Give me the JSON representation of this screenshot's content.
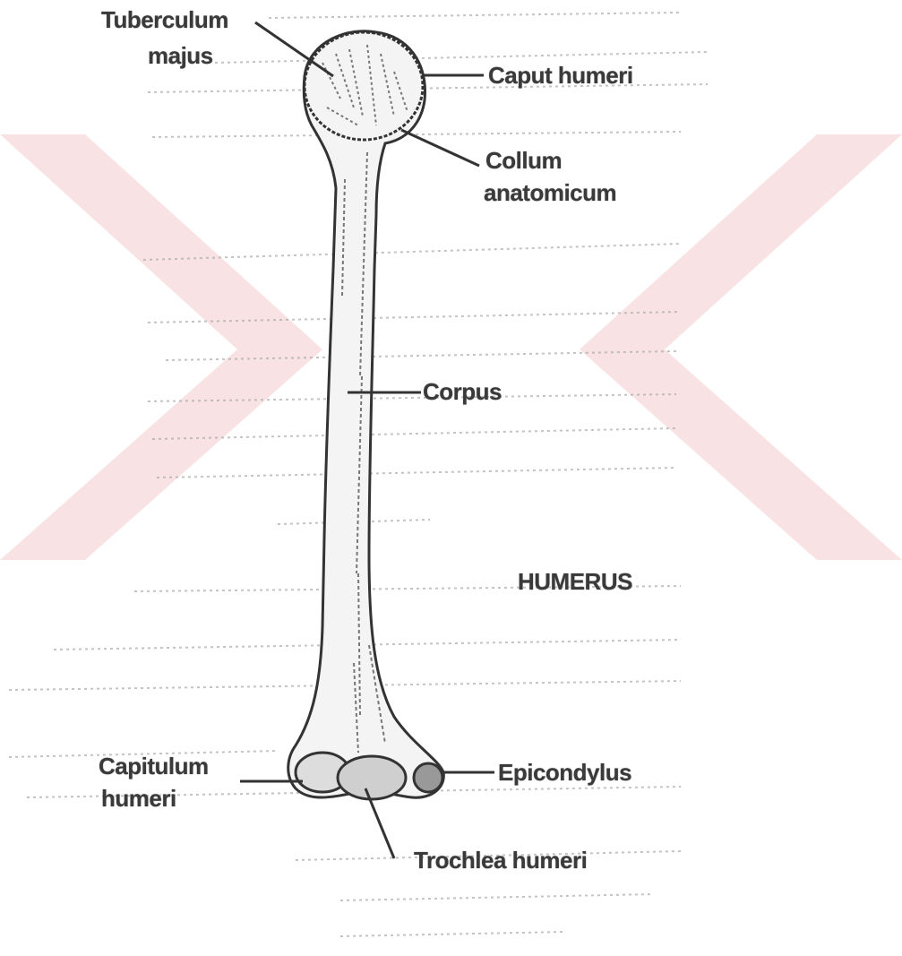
{
  "diagram": {
    "labels": {
      "tuberculum": "Tuberculum",
      "majus": "majus",
      "caput": "Caput humeri",
      "collum": "Collum",
      "anatomicum": "anatomicum",
      "corpus": "Corpus",
      "humerus": "HUMERUS",
      "capitulum": "Capitulum",
      "capitulum_humeri": "humeri",
      "epicondylus": "Epicondylus",
      "trochlea": "Trochlea humeri"
    },
    "colors": {
      "watermark": "#c8141e",
      "bone_outline": "#333333",
      "bone_shading": "#777777",
      "label_text": "#3a3a3a"
    }
  }
}
